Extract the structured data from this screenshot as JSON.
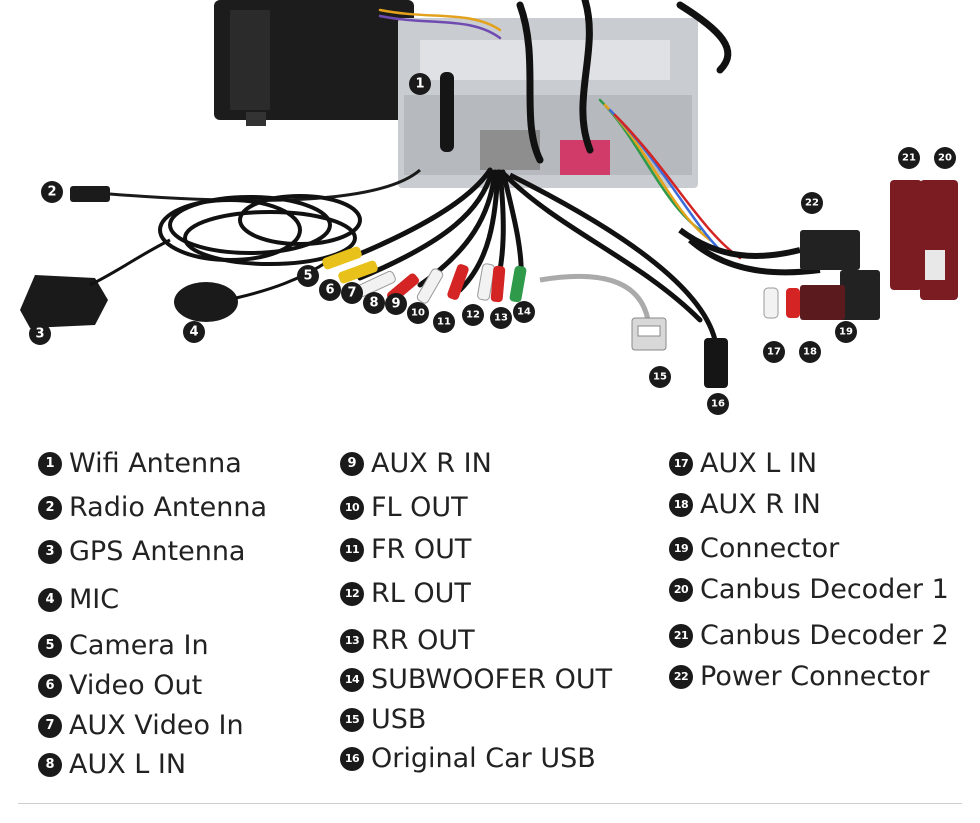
{
  "legend": {
    "col1": [
      {
        "num": "1",
        "label": "Wifi Antenna"
      },
      {
        "num": "2",
        "label": "Radio Antenna"
      },
      {
        "num": "3",
        "label": "GPS Antenna"
      },
      {
        "num": "4",
        "label": "MIC"
      },
      {
        "num": "5",
        "label": "Camera In"
      },
      {
        "num": "6",
        "label": "Video Out"
      },
      {
        "num": "7",
        "label": "AUX Video In"
      },
      {
        "num": "8",
        "label": "AUX L IN"
      }
    ],
    "col2": [
      {
        "num": "9",
        "label": "AUX R IN"
      },
      {
        "num": "10",
        "label": "FL OUT"
      },
      {
        "num": "11",
        "label": "FR OUT"
      },
      {
        "num": "12",
        "label": "RL OUT"
      },
      {
        "num": "13",
        "label": "RR OUT"
      },
      {
        "num": "14",
        "label": "SUBWOOFER OUT"
      },
      {
        "num": "15",
        "label": "USB"
      },
      {
        "num": "16",
        "label": "Original Car USB"
      }
    ],
    "col3": [
      {
        "num": "17",
        "label": "AUX L IN"
      },
      {
        "num": "18",
        "label": "AUX R IN"
      },
      {
        "num": "19",
        "label": "Connector"
      },
      {
        "num": "20",
        "label": "Canbus Decoder 1"
      },
      {
        "num": "21",
        "label": "Canbus Decoder 2"
      },
      {
        "num": "22",
        "label": "Power Connector"
      }
    ]
  },
  "callouts": [
    "1",
    "2",
    "3",
    "4",
    "5",
    "6",
    "7",
    "8",
    "9",
    "10",
    "11",
    "12",
    "13",
    "14",
    "15",
    "16",
    "17",
    "18",
    "19",
    "20",
    "21",
    "22"
  ],
  "colors": {
    "callout_bg": "#1a1a1a",
    "rca_yellow": "#e8c21a",
    "rca_white": "#f2f2f2",
    "rca_red": "#d42424",
    "rca_green": "#2e9a4a",
    "decoder_red": "#7a1c22",
    "cable_black": "#111111"
  }
}
